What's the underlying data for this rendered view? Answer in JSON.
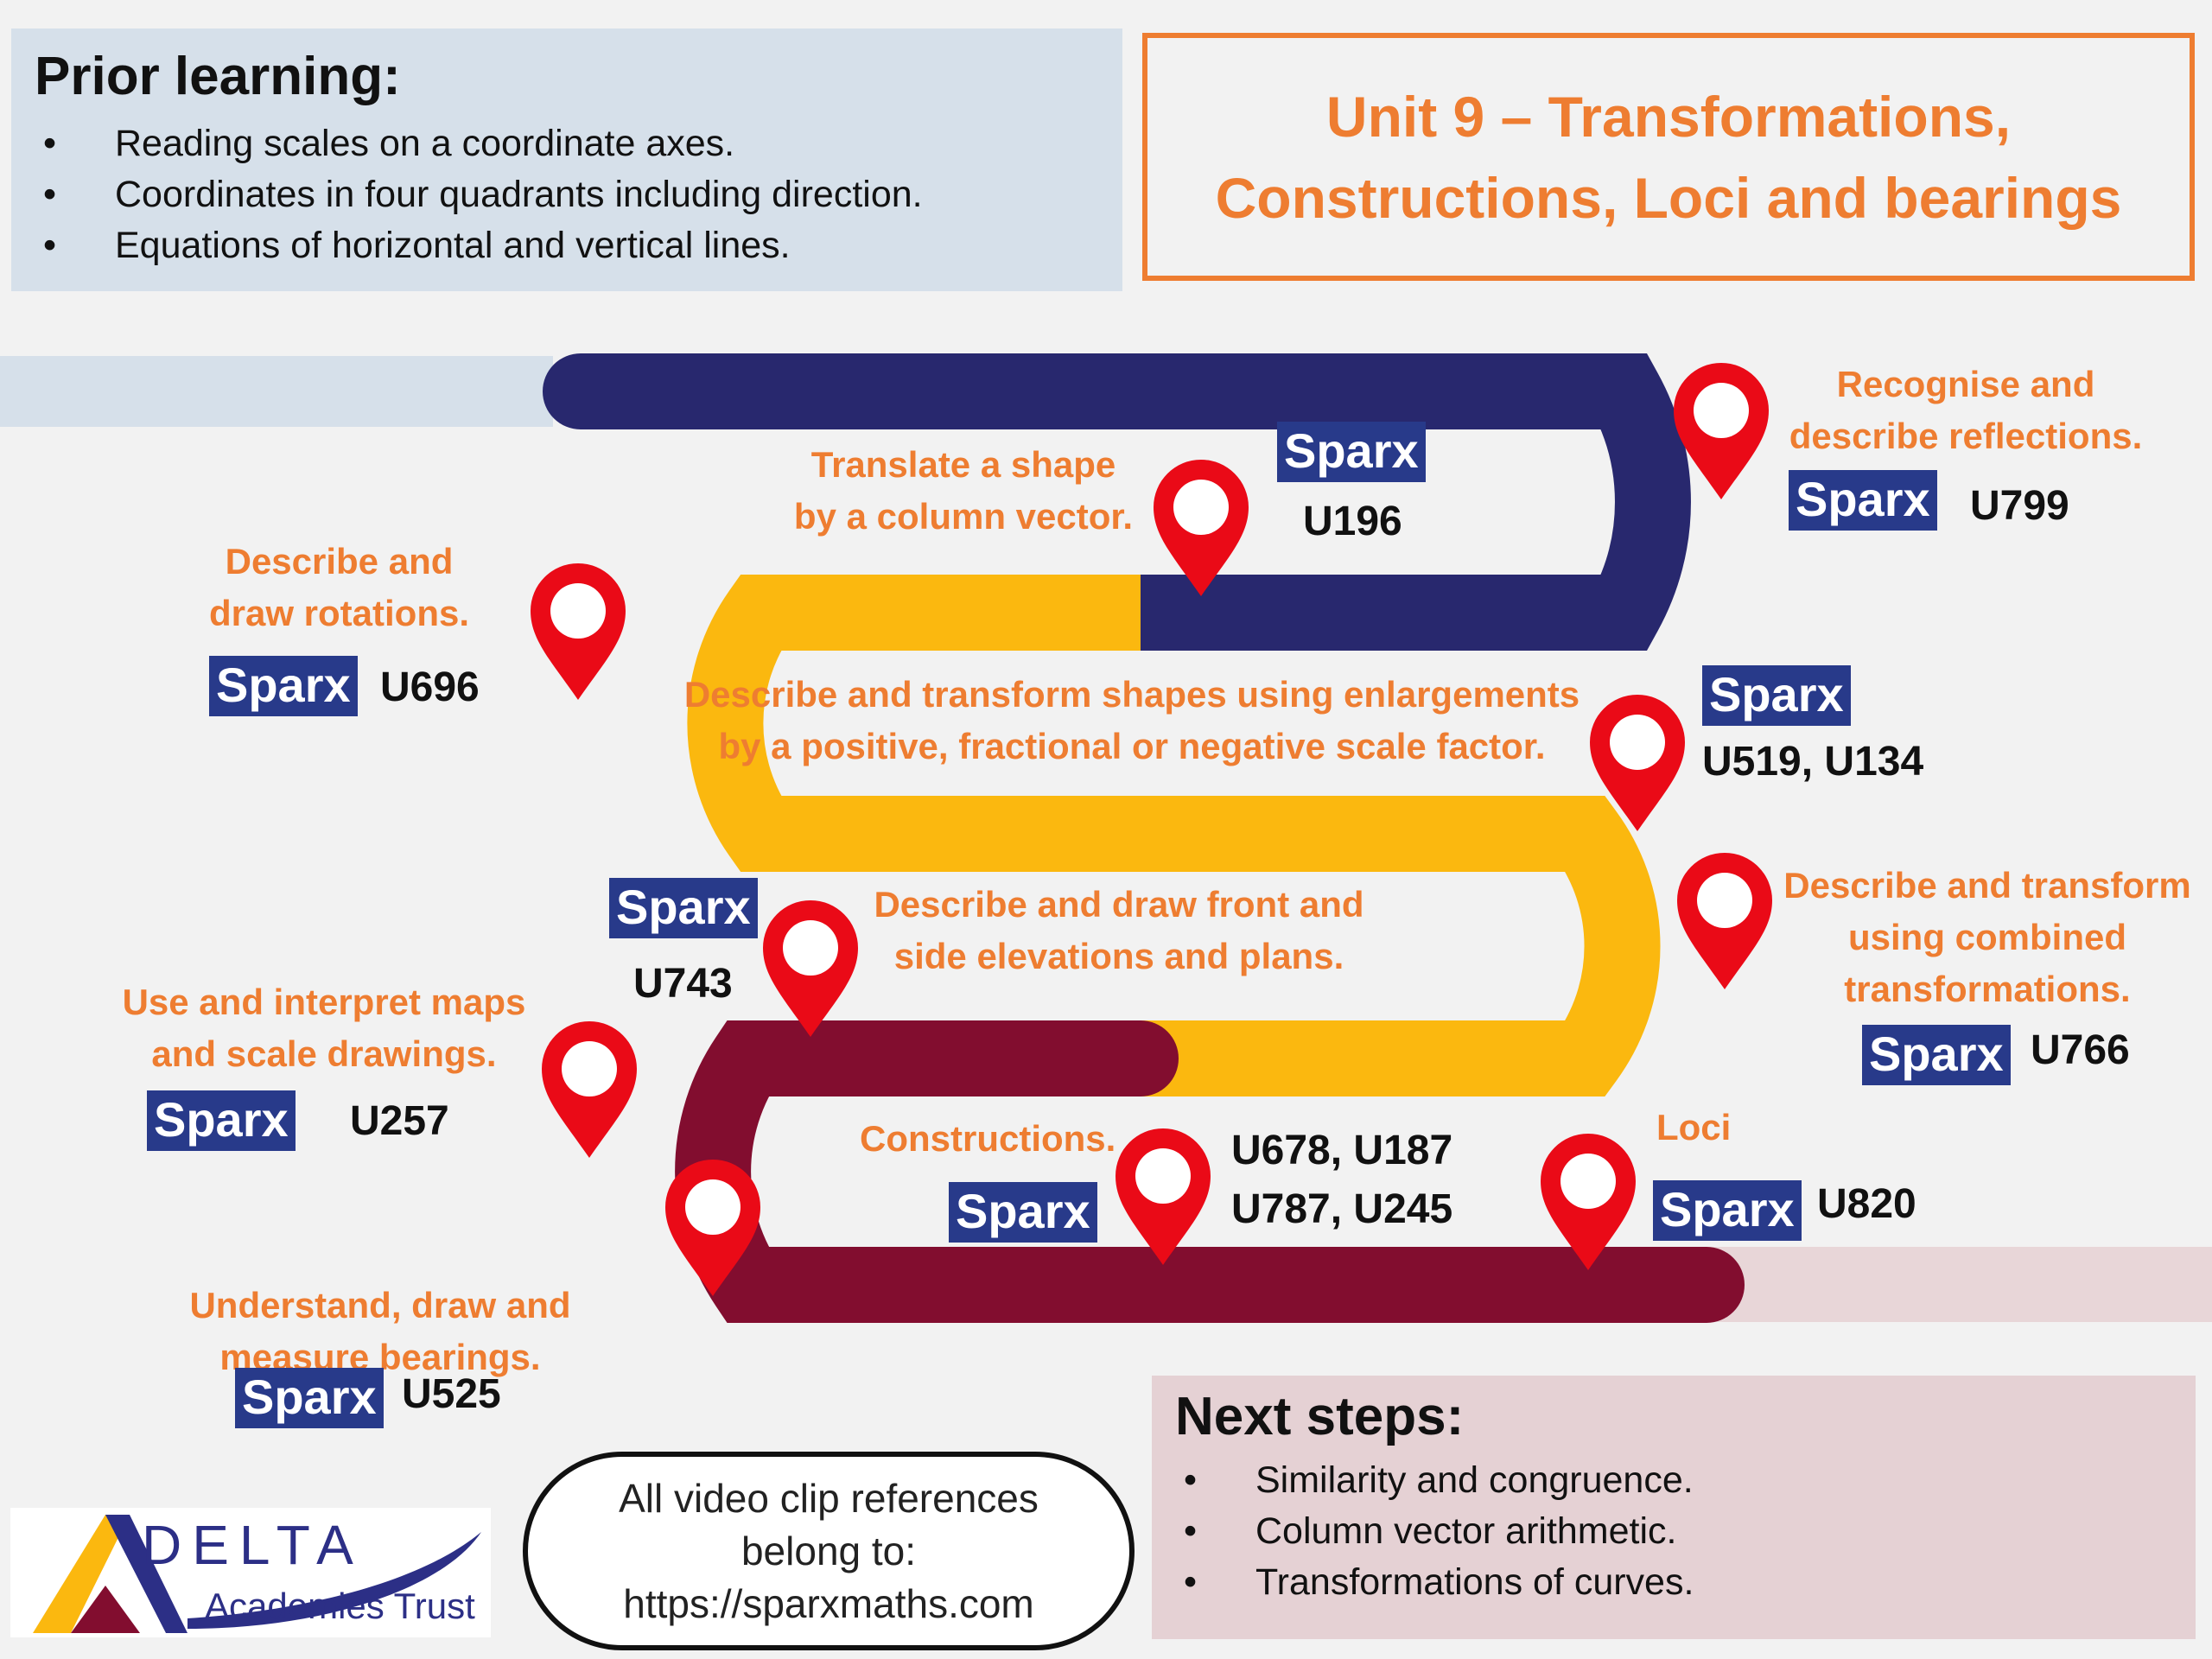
{
  "prior": {
    "title": "Prior learning:",
    "items": [
      "Reading scales on a coordinate axes.",
      "Coordinates in four quadrants including direction.",
      "Equations of horizontal and vertical lines."
    ]
  },
  "unit": {
    "line1": "Unit 9 – Transformations,",
    "line2": "Constructions, Loci and bearings"
  },
  "sparx_label": "Sparx",
  "steps": {
    "reflections": {
      "line1": "Recognise and",
      "line2": "describe reflections.",
      "code": "U799"
    },
    "translate": {
      "line1": "Translate a shape",
      "line2": "by a column vector.",
      "code": "U196"
    },
    "rotations": {
      "line1": "Describe and",
      "line2": "draw rotations.",
      "code": "U696"
    },
    "enlargements": {
      "line1": "Describe and transform shapes using enlargements",
      "line2": "by a positive, fractional or negative scale factor.",
      "code": "U519, U134"
    },
    "combined": {
      "line1": "Describe and transform",
      "line2": "using combined",
      "line3": "transformations.",
      "code": "U766"
    },
    "elevations": {
      "line1": "Describe and draw front and",
      "line2": "side elevations and plans.",
      "code": "U743"
    },
    "maps": {
      "line1": "Use and interpret maps",
      "line2": "and scale drawings.",
      "code": "U257"
    },
    "constructions": {
      "line1": "Constructions.",
      "code1": "U678, U187",
      "code2": "U787, U245"
    },
    "loci": {
      "line1": "Loci",
      "code": "U820"
    },
    "bearings": {
      "line1": "Understand, draw and",
      "line2": "measure bearings.",
      "code": "U525"
    }
  },
  "next": {
    "title": "Next steps:",
    "items": [
      "Similarity and congruence.",
      "Column vector arithmetic.",
      "Transformations of curves."
    ]
  },
  "reference": {
    "line1": "All video clip references",
    "line2": "belong to:",
    "line3": "https://sparxmaths.com"
  },
  "logo": {
    "name": "DELTA",
    "subtitle": "Academies Trust"
  },
  "colors": {
    "navy": "#28286e",
    "gold": "#fbb80f",
    "maroon": "#820d2f",
    "orange": "#ee7d31",
    "sparx_blue": "#283a8a",
    "pin_red": "#ea0a17"
  }
}
